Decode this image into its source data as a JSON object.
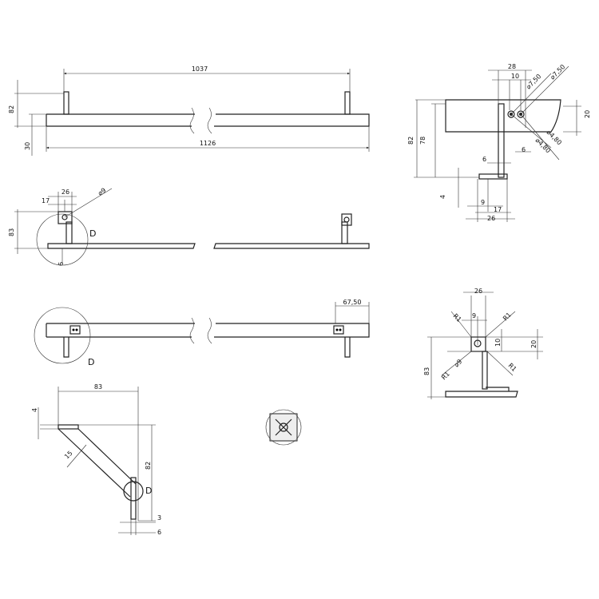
{
  "front_view": {
    "overall_between_brackets": "1037",
    "overall_length": "1126",
    "height_total": "82",
    "bar_height": "30"
  },
  "top_view": {
    "dim_26": "26",
    "dim_17": "17",
    "hole_dia": "⌀9",
    "dim_83": "83",
    "dim_6": "6",
    "detail_label": "D"
  },
  "bottom_view": {
    "dim_6750": "67,50",
    "detail_label": "D"
  },
  "side_view": {
    "dim_28": "28",
    "dim_10": "10",
    "dia_750_a": "⌀7,50",
    "dia_750_b": "⌀7,50",
    "dia_480_a": "⌀4,80",
    "dia_480_b": "⌀4,80",
    "dim_6_a": "6",
    "dim_6_b": "6",
    "dim_82": "82",
    "dim_78": "78",
    "dim_20": "20",
    "dim_4": "4",
    "dim_9": "9",
    "dim_17": "17",
    "dim_26": "26"
  },
  "bracket_view": {
    "dim_26": "26",
    "dim_9": "9",
    "r1_a": "R1",
    "r1_b": "R1",
    "r1_c": "R1",
    "r1_d": "R1",
    "hole_dia": "⌀9",
    "dim_10": "10",
    "dim_20": "20",
    "dim_83": "83"
  },
  "angle_view": {
    "dim_83": "83",
    "dim_4": "4",
    "dim_15": "15",
    "dim_82": "82",
    "detail_label": "D",
    "dim_3": "3",
    "dim_6": "6"
  }
}
